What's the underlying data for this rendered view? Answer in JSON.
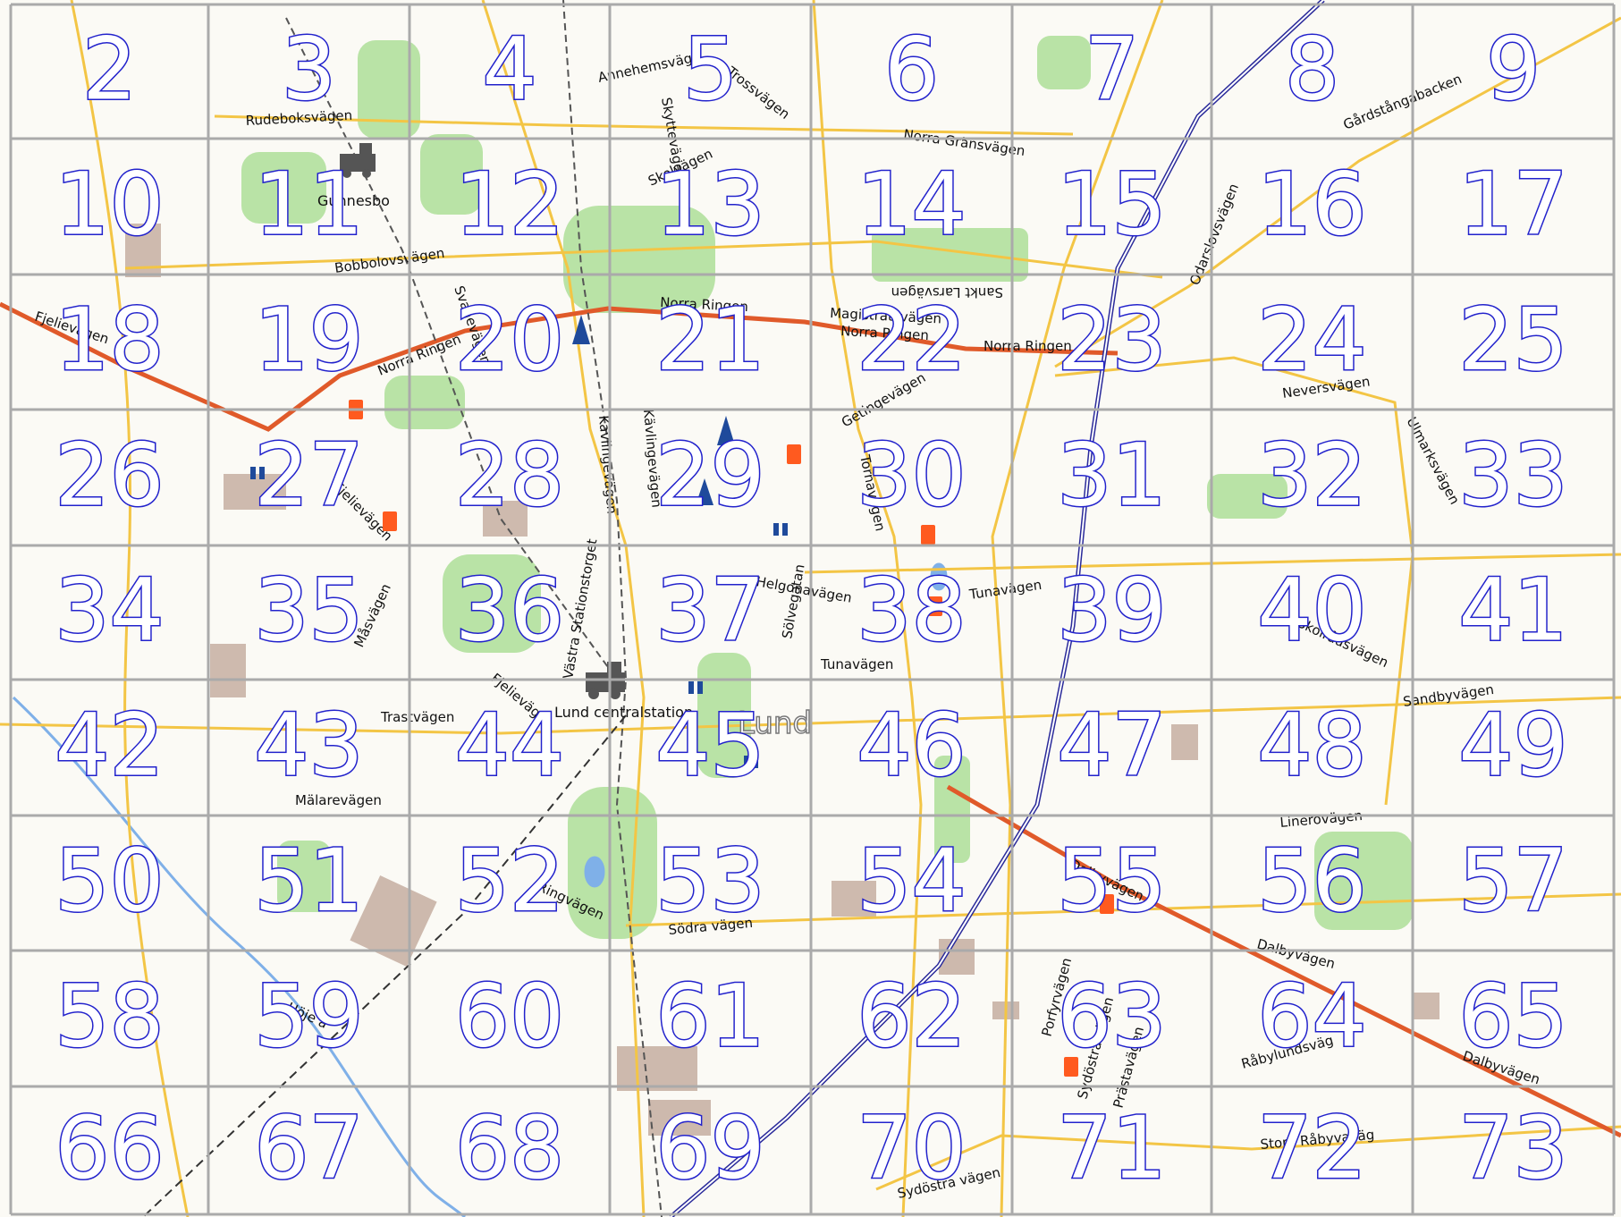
{
  "map": {
    "grid_columns": 8,
    "grid_rows": 9,
    "cell_numbers": [
      [
        2,
        3,
        4,
        5,
        6,
        7,
        8,
        9
      ],
      [
        10,
        11,
        12,
        13,
        14,
        15,
        16,
        17
      ],
      [
        18,
        19,
        20,
        21,
        22,
        23,
        24,
        25
      ],
      [
        26,
        27,
        28,
        29,
        30,
        31,
        32,
        33
      ],
      [
        34,
        35,
        36,
        37,
        38,
        39,
        40,
        41
      ],
      [
        42,
        43,
        44,
        45,
        46,
        47,
        48,
        49
      ],
      [
        50,
        51,
        52,
        53,
        54,
        55,
        56,
        57
      ],
      [
        58,
        59,
        60,
        61,
        62,
        63,
        64,
        65
      ],
      [
        66,
        67,
        68,
        69,
        70,
        71,
        72,
        73
      ]
    ],
    "colors": {
      "grid_line": "#aaaaaa",
      "cell_number_stroke": "#2222cc",
      "cell_number_fill": "#ffffff",
      "major_road": "#e05a2a",
      "secondary_road": "#f3c545",
      "railway": "#2a2a9a",
      "park": "#b9e3a6",
      "building": "#c9b2a6",
      "water": "#7fb0e8",
      "fuel": "#ff5a1f",
      "poi_blue": "#1f4a9b"
    },
    "place_labels": {
      "gunnesbo": "Gunnesbo",
      "station": "Lund centralstation",
      "city": "Lund"
    },
    "streets": {
      "annehemsvag": "Annehemsväg",
      "trossvagen": "Trossvägen",
      "skyttevagen": "Skyttevägen",
      "skolvagen": "Skolvägen",
      "norra_gransvagen": "Norra Gränsvägen",
      "gardstangabacken": "Gårdstångabacken",
      "rudeboksvagen": "Rudeboksvägen",
      "bobbolovsvagen": "Bobbolovsvägen",
      "svanevag": "Svanevägen",
      "odarslovsvagen": "Odarslovsvägen",
      "sankt_larsvagen": "Sankt Larsvägen",
      "fjelievagen_w": "Fjelievägen",
      "norra_ringen_w": "Norra Ringen",
      "norra_ringen_n": "Norra Ringen",
      "magistratsvagen": "Magistratsvägen",
      "norra_ringen_e": "Norra Ringen",
      "norra_ringen_ee": "Norra Ringen",
      "neversvagen": "Neversvägen",
      "kavlingevagen": "Kävlingevägen",
      "kavlingevagen2": "Kävlingevägen",
      "getingevagen": "Getingevägen",
      "tornavagen": "Tornavägen",
      "fjelievagen_s": "Fjelievägen",
      "ulmarksvagen": "Ulmarksvägen",
      "helgonavagen": "Helgonavägen",
      "solvegatan": "Sölvegatan",
      "tunavagen": "Tunavägen",
      "tunavagen2": "Tunavägen",
      "masvagen": "Måsvägen",
      "vastra_stationstorget": "Västra Stationstorget",
      "skolradsvagen": "Skolrådsvägen",
      "sandbyvagen": "Sandbyvägen",
      "trastvagen": "Trastvägen",
      "fjelievagen_c": "Fjelievägen",
      "malarevagen": "Mälarevägen",
      "linerovagen": "Linerovägen",
      "dalbyvagen": "Dalbyvägen",
      "dalbyvagen2": "Dalbyvägen",
      "dalbyvagen3": "Dalbyvägen",
      "sodra_vagen": "Södra vägen",
      "ringvagen": "Ringvägen",
      "porfyrvagen": "Porfyrvägen",
      "sydostra_vagen": "Sydöstra vägen",
      "prastavagen": "Prästavägen",
      "rabylundsvagen": "Råbylundsväg",
      "stora_rabyvag": "Stora Råbyvaväg",
      "sydostra_vagen2": "Sydöstra vägen",
      "hoje": "Höje å"
    }
  }
}
